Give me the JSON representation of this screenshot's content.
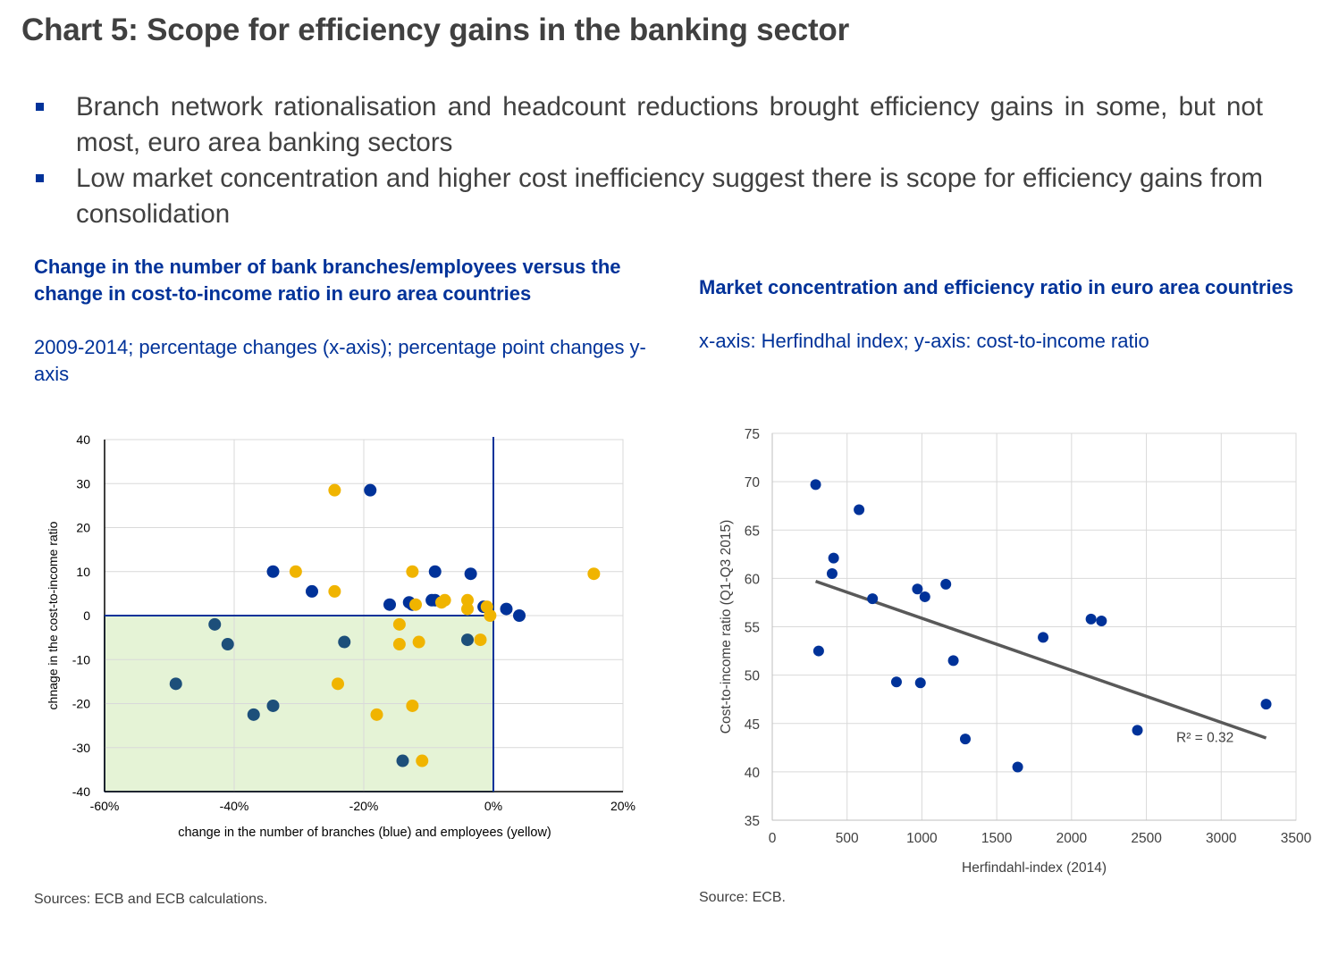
{
  "title": "Chart 5: Scope for efficiency gains in the banking sector",
  "bullets": [
    "Branch network rationalisation and headcount reductions brought efficiency gains in some, but not most, euro area banking sectors",
    "Low market concentration and higher cost inefficiency suggest there is scope for efficiency gains from consolidation"
  ],
  "left_panel": {
    "title": "Change in the number of bank branches/employees versus the change in cost-to-income ratio in euro area countries",
    "subtitle": "2009-2014; percentage changes (x-axis);  percentage point changes y-axis",
    "source": "Sources: ECB and ECB calculations."
  },
  "right_panel": {
    "title": "Market concentration and efficiency ratio in euro area countries",
    "subtitle": "x-axis:  Herfindhal index; y-axis:  cost-to-income ratio",
    "source": "Source: ECB."
  },
  "colors": {
    "blue": "#003299",
    "blue_teal": "#1d4f7a",
    "yellow": "#f0b400",
    "green_fill": "#e5f3d6",
    "trend": "#595959"
  },
  "chart_data": [
    {
      "type": "scatter",
      "title": "",
      "xlabel": "change in the number of branches (blue) and  employees (yellow)",
      "ylabel": "chnage in the cost-to-income ratio",
      "xlim": [
        -60,
        20
      ],
      "ylim": [
        -40,
        40
      ],
      "xticks": [
        -60,
        -40,
        -20,
        0,
        20
      ],
      "xtick_labels": [
        "-60%",
        "-40%",
        "-20%",
        "0%",
        "20%"
      ],
      "yticks": [
        40,
        30,
        20,
        10,
        0,
        -10,
        -20,
        -30,
        -40
      ],
      "ytick_labels": [
        "40",
        "30",
        "20",
        "10",
        "0",
        "-10",
        "-20",
        "-30",
        "-40"
      ],
      "grid": true,
      "shaded_region": {
        "x": [
          -60,
          0
        ],
        "y": [
          -40,
          0
        ]
      },
      "series": [
        {
          "color": "#003299",
          "points": [
            [
              -34,
              10
            ],
            [
              -28,
              5.5
            ],
            [
              -19,
              28.5
            ],
            [
              -16,
              2.5
            ],
            [
              -13,
              3
            ],
            [
              -12.5,
              2.5
            ],
            [
              -9.5,
              3.5
            ],
            [
              -9,
              3.5
            ],
            [
              -9,
              10
            ],
            [
              -3.5,
              9.5
            ],
            [
              -1.5,
              2
            ],
            [
              2,
              1.5
            ],
            [
              4,
              0
            ]
          ]
        },
        {
          "color": "#1d4f7a",
          "points": [
            [
              -43,
              -2
            ],
            [
              -41,
              -6.5
            ],
            [
              -49,
              -15.5
            ],
            [
              -37,
              -22.5
            ],
            [
              -34,
              -20.5
            ],
            [
              -23,
              -6
            ],
            [
              -4,
              -5.5
            ],
            [
              -14,
              -33
            ]
          ]
        },
        {
          "color": "#f0b400",
          "points": [
            [
              -30.5,
              10
            ],
            [
              -24.5,
              28.5
            ],
            [
              -24.5,
              5.5
            ],
            [
              -24,
              -15.5
            ],
            [
              -18,
              -22.5
            ],
            [
              -14.5,
              -2
            ],
            [
              -14.5,
              -6.5
            ],
            [
              -12.5,
              10
            ],
            [
              -12,
              2.5
            ],
            [
              -12.5,
              -20.5
            ],
            [
              -11.5,
              -6
            ],
            [
              -11,
              -33
            ],
            [
              -8,
              3
            ],
            [
              -7.5,
              3.5
            ],
            [
              -4,
              3.5
            ],
            [
              -4,
              1.5
            ],
            [
              -2,
              -5.5
            ],
            [
              -1,
              2
            ],
            [
              -0.5,
              0
            ],
            [
              15.5,
              9.5
            ]
          ]
        }
      ]
    },
    {
      "type": "scatter",
      "title": "",
      "xlabel": "Herfindahl-index  (2014)",
      "ylabel": "Cost-to-income ratio (Q1-Q3 2015)",
      "xlim": [
        0,
        3500
      ],
      "ylim": [
        35,
        75
      ],
      "xticks": [
        0,
        500,
        1000,
        1500,
        2000,
        2500,
        3000,
        3500
      ],
      "yticks": [
        35,
        40,
        45,
        50,
        55,
        60,
        65,
        70,
        75
      ],
      "grid": true,
      "points": [
        [
          290,
          69.7
        ],
        [
          310,
          52.5
        ],
        [
          400,
          60.5
        ],
        [
          410,
          62.1
        ],
        [
          580,
          67.1
        ],
        [
          670,
          57.9
        ],
        [
          830,
          49.3
        ],
        [
          970,
          58.9
        ],
        [
          990,
          49.2
        ],
        [
          1020,
          58.1
        ],
        [
          1160,
          59.4
        ],
        [
          1210,
          51.5
        ],
        [
          1290,
          43.4
        ],
        [
          1640,
          40.5
        ],
        [
          1810,
          53.9
        ],
        [
          2130,
          55.8
        ],
        [
          2200,
          55.6
        ],
        [
          2440,
          44.3
        ],
        [
          3300,
          47.0
        ]
      ],
      "trendline": {
        "x": [
          290,
          3300
        ],
        "y": [
          59.7,
          43.5
        ]
      },
      "annotation": "R² = 0.32"
    }
  ]
}
